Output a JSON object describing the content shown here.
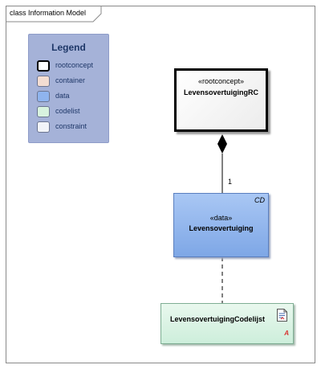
{
  "frame": {
    "title": "class Information Model"
  },
  "legend": {
    "title": "Legend",
    "items": [
      {
        "label": "rootconcept",
        "color": "#ffffff"
      },
      {
        "label": "container",
        "color": "#f3ddd2"
      },
      {
        "label": "data",
        "color": "#8fb4ee"
      },
      {
        "label": "codelist",
        "color": "#d8f3df"
      },
      {
        "label": "constraint",
        "color": "#f2f4f9"
      }
    ]
  },
  "classes": {
    "root": {
      "stereotype": "«rootconcept»",
      "name": "LevensovertuigingRC"
    },
    "data": {
      "stereotype": "«data»",
      "name": "Levensovertuiging",
      "corner_tag": "CD"
    },
    "codelist": {
      "name": "LevensovertuigingCodelijst",
      "abstract_mark": "A",
      "icon": "document-icon"
    }
  },
  "association": {
    "multiplicity": "1",
    "end": "composite-diamond"
  },
  "dependency": {
    "style": "dashed"
  }
}
